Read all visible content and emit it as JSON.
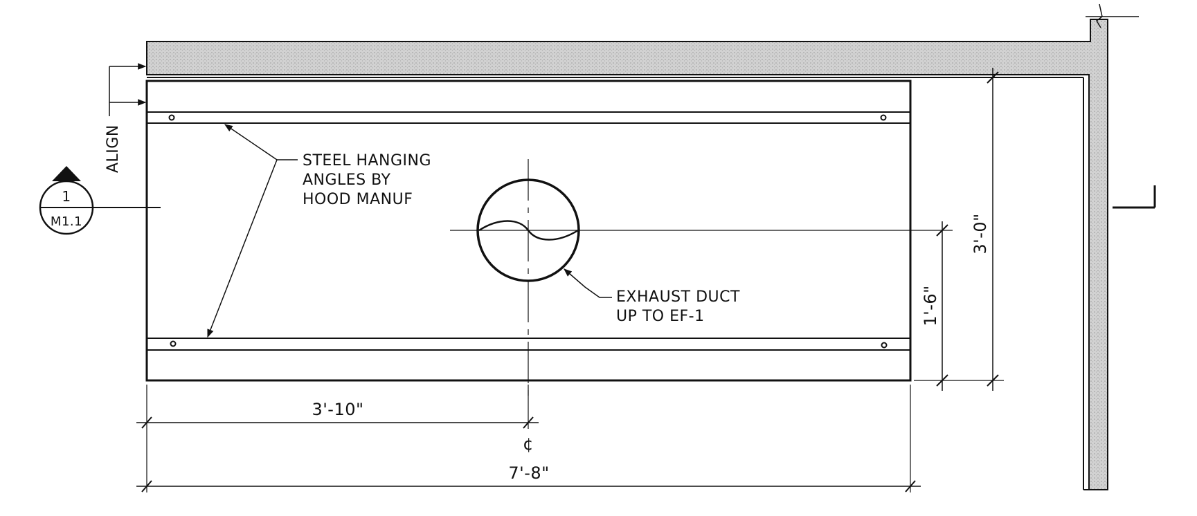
{
  "labels": {
    "align": "ALIGN",
    "steel_line1": "STEEL HANGING",
    "steel_line2": "ANGLES BY",
    "steel_line3": "HOOD MANUF",
    "exhaust_line1": "EXHAUST DUCT",
    "exhaust_line2": "UP TO EF-1",
    "centerline": "¢"
  },
  "section_marker": {
    "number": "1",
    "sheet": "M1.1"
  },
  "dimensions": {
    "half_width": "3'-10\"",
    "full_width": "7'-8\"",
    "duct_offset": "1'-6\"",
    "depth": "3'-0\""
  },
  "colors": {
    "ink": "#111111",
    "hatch": "#c8c8c8",
    "paper": "#ffffff"
  }
}
